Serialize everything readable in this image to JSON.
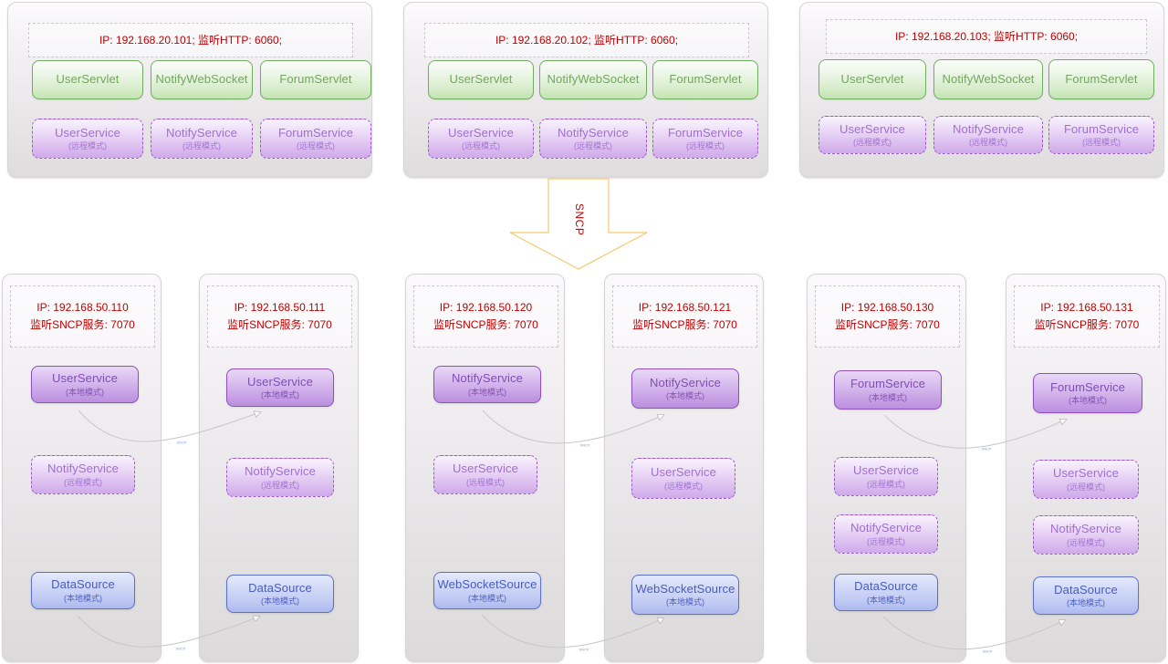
{
  "diagram": {
    "protocol_label": "SNCP",
    "connector_label": "SNCP",
    "colors": {
      "ip_text": "#c00000",
      "servlet_border": "#6fae5f",
      "servlet_text": "#73a55f",
      "remote_service_border": "#9b59cf",
      "remote_service_text": "#a06fd0",
      "local_service_border": "#8e4ec4",
      "local_service_text": "#7f4fb0",
      "datasource_border": "#5a6fcf",
      "datasource_text": "#4a5bbe",
      "arrow_stroke": "#f5c96a",
      "panel_bg": "#e8e6e7"
    }
  },
  "web_tier": [
    {
      "header": {
        "line1": "IP: 192.168.20.101;   监听HTTP: 6060;"
      },
      "servlets": [
        {
          "name": "UserServlet"
        },
        {
          "name": "NotifyWebSocket"
        },
        {
          "name": "ForumServlet"
        }
      ],
      "services": [
        {
          "name": "UserService",
          "mode": "(远程模式)"
        },
        {
          "name": "NotifyService",
          "mode": "(远程模式)"
        },
        {
          "name": "ForumService",
          "mode": "(远程模式)"
        }
      ]
    },
    {
      "header": {
        "line1": "IP: 192.168.20.102;   监听HTTP: 6060;"
      },
      "servlets": [
        {
          "name": "UserServlet"
        },
        {
          "name": "NotifyWebSocket"
        },
        {
          "name": "ForumServlet"
        }
      ],
      "services": [
        {
          "name": "UserService",
          "mode": "(远程模式)"
        },
        {
          "name": "NotifyService",
          "mode": "(远程模式)"
        },
        {
          "name": "ForumService",
          "mode": "(远程模式)"
        }
      ]
    },
    {
      "header": {
        "line1": "IP: 192.168.20.103;   监听HTTP: 6060;"
      },
      "servlets": [
        {
          "name": "UserServlet"
        },
        {
          "name": "NotifyWebSocket"
        },
        {
          "name": "ForumServlet"
        }
      ],
      "services": [
        {
          "name": "UserService",
          "mode": "(远程模式)"
        },
        {
          "name": "NotifyService",
          "mode": "(远程模式)"
        },
        {
          "name": "ForumService",
          "mode": "(远程模式)"
        }
      ]
    }
  ],
  "service_tier": [
    {
      "header": {
        "line1": "IP: 192.168.50.110",
        "line2": "监听SNCP服务: 7070"
      },
      "components": [
        {
          "name": "UserService",
          "mode": "(本地模式)",
          "style": "local-service"
        },
        {
          "name": "NotifyService",
          "mode": "(远程模式)",
          "style": "remote-service"
        },
        {
          "name": "DataSource",
          "mode": "(本地模式)",
          "style": "datasource"
        }
      ]
    },
    {
      "header": {
        "line1": "IP: 192.168.50.111",
        "line2": "监听SNCP服务: 7070"
      },
      "components": [
        {
          "name": "UserService",
          "mode": "(本地模式)",
          "style": "local-service"
        },
        {
          "name": "NotifyService",
          "mode": "(远程模式)",
          "style": "remote-service"
        },
        {
          "name": "DataSource",
          "mode": "(本地模式)",
          "style": "datasource"
        }
      ]
    },
    {
      "header": {
        "line1": "IP: 192.168.50.120",
        "line2": "监听SNCP服务: 7070"
      },
      "components": [
        {
          "name": "NotifyService",
          "mode": "(本地模式)",
          "style": "local-service"
        },
        {
          "name": "UserService",
          "mode": "(远程模式)",
          "style": "remote-service"
        },
        {
          "name": "WebSocketSource",
          "mode": "(本地模式)",
          "style": "datasource"
        }
      ]
    },
    {
      "header": {
        "line1": "IP: 192.168.50.121",
        "line2": "监听SNCP服务: 7070"
      },
      "components": [
        {
          "name": "NotifyService",
          "mode": "(本地模式)",
          "style": "local-service"
        },
        {
          "name": "UserService",
          "mode": "(远程模式)",
          "style": "remote-service"
        },
        {
          "name": "WebSocketSource",
          "mode": "(本地模式)",
          "style": "datasource"
        }
      ]
    },
    {
      "header": {
        "line1": "IP: 192.168.50.130",
        "line2": "监听SNCP服务: 7070"
      },
      "components": [
        {
          "name": "ForumService",
          "mode": "(本地模式)",
          "style": "local-service"
        },
        {
          "name": "UserService",
          "mode": "(远程模式)",
          "style": "remote-service"
        },
        {
          "name": "NotifyService",
          "mode": "(远程模式)",
          "style": "remote-service"
        },
        {
          "name": "DataSource",
          "mode": "(本地模式)",
          "style": "datasource"
        }
      ]
    },
    {
      "header": {
        "line1": "IP: 192.168.50.131",
        "line2": "监听SNCP服务: 7070"
      },
      "components": [
        {
          "name": "ForumService",
          "mode": "(本地模式)",
          "style": "local-service"
        },
        {
          "name": "UserService",
          "mode": "(远程模式)",
          "style": "remote-service"
        },
        {
          "name": "NotifyService",
          "mode": "(远程模式)",
          "style": "remote-service"
        },
        {
          "name": "DataSource",
          "mode": "(本地模式)",
          "style": "datasource"
        }
      ]
    }
  ]
}
